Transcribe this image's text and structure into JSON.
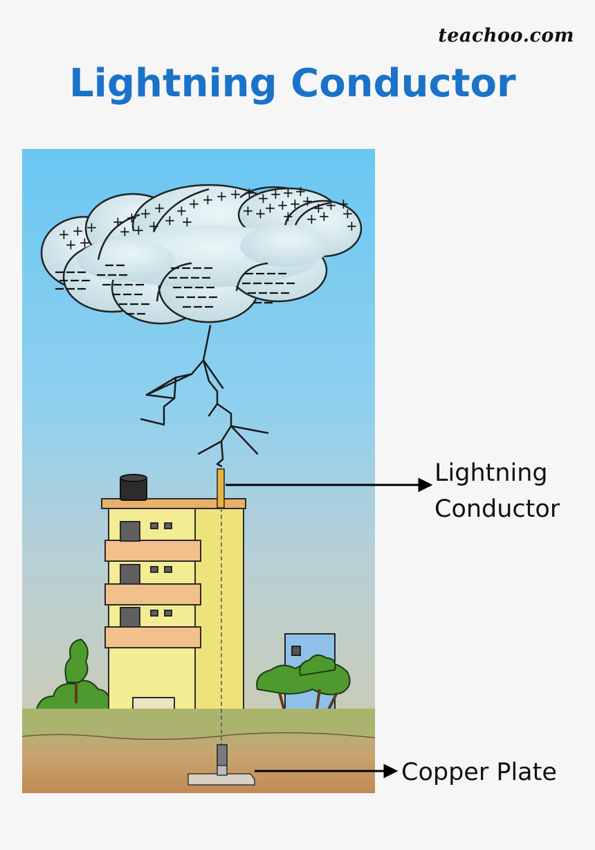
{
  "brand": "teachoo.com",
  "title": "Lightning Conductor",
  "labels": {
    "conductor_line1": "Lightning",
    "conductor_line2": "Conductor",
    "copper_plate": "Copper Plate"
  },
  "colors": {
    "title": "#1a73c8",
    "sky_top": "#6ac7f2",
    "sky_bottom": "#c6cdc2",
    "cloud": "#d2e7ee",
    "building": "#f4ec92",
    "conductor": "#e6b443",
    "ground": "#c59a68",
    "grass": "#a9b76c"
  },
  "cloud_charges": {
    "top": "+",
    "bottom": "−"
  }
}
